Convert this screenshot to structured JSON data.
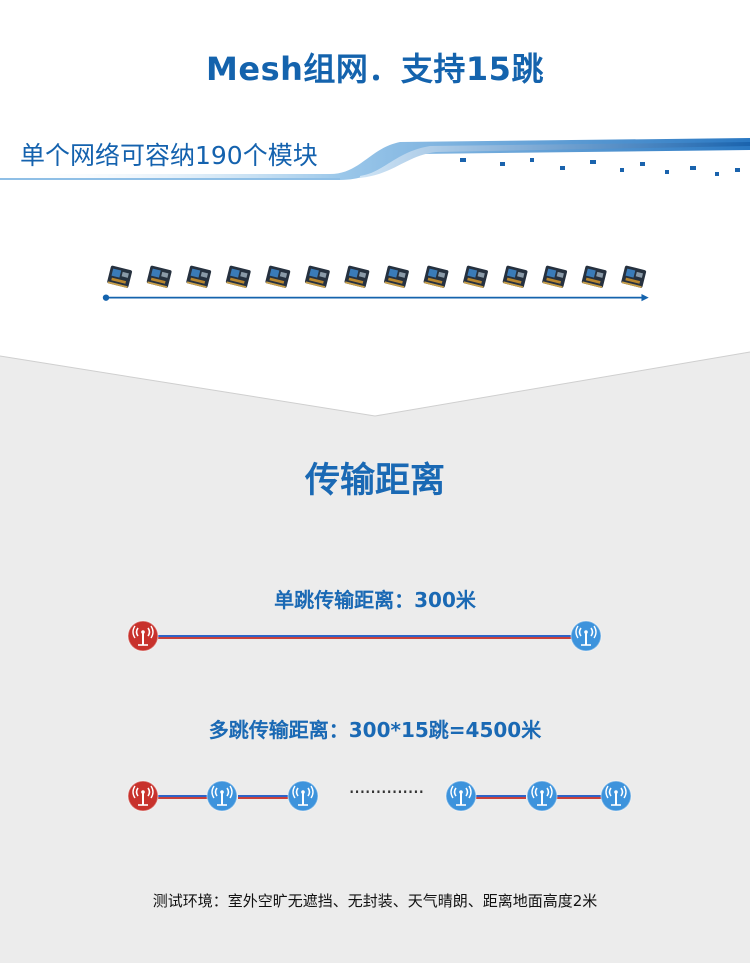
{
  "header": {
    "title": "Mesh组网．支持15跳",
    "subtitle": "单个网络可容纳190个模块"
  },
  "modules": {
    "count": 14
  },
  "transmission": {
    "section_title": "传输距离",
    "single_hop_label": "单跳传输距离：300米",
    "multi_hop_label": "多跳传输距离：300*15跳=4500米",
    "ellipsis": "··············",
    "footnote": "测试环境：室外空旷无遮挡、无封装、天气晴朗、距离地面高度2米"
  },
  "colors": {
    "primary_blue": "#1463ad",
    "node_red": "#c8322c",
    "node_blue": "#3d93dc",
    "background_grey": "#ececec"
  }
}
